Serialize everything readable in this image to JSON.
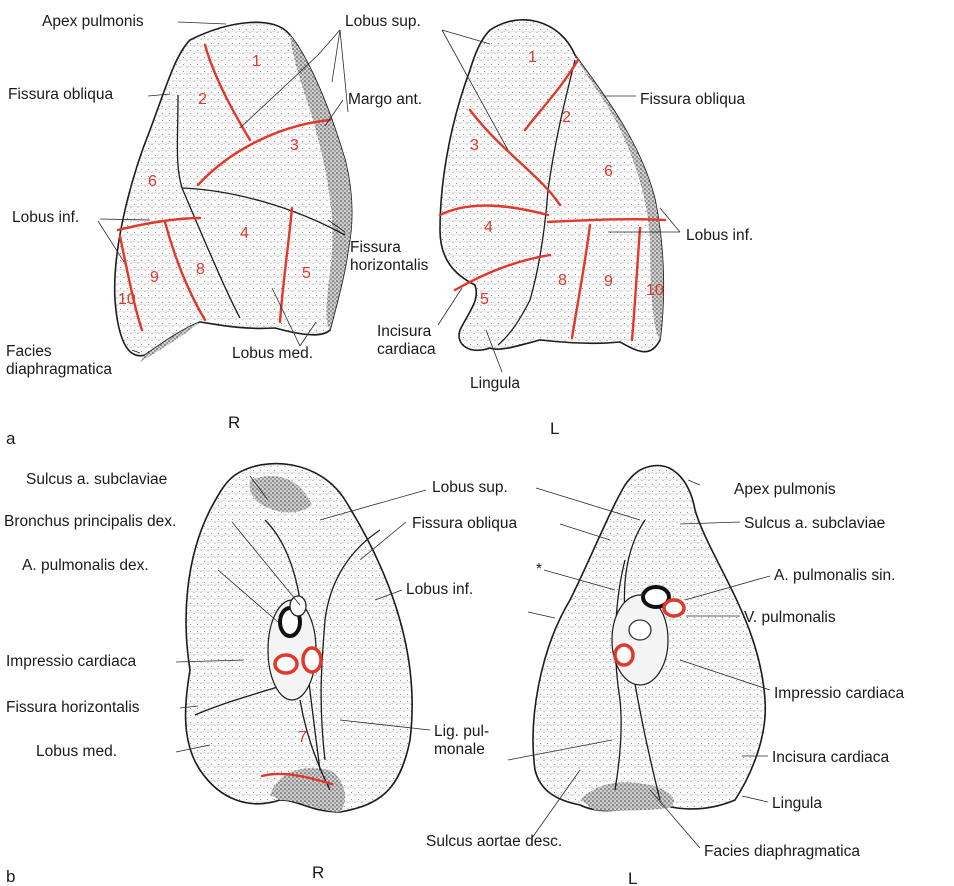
{
  "panel_a": {
    "panel_letter": "a",
    "right_side": "R",
    "left_side": "L",
    "labels": {
      "apex_pulmonis": "Apex pulmonis",
      "lobus_sup": "Lobus sup.",
      "fissura_obliqua_r": "Fissura obliqua",
      "margo_ant": "Margo ant.",
      "fissura_obliqua_l": "Fissura obliqua",
      "lobus_inf_r": "Lobus inf.",
      "lobus_inf_l": "Lobus inf.",
      "fissura_horizontalis": "Fissura\nhorizontalis",
      "incisura_cardiaca": "Incisura\ncardiaca",
      "facies_diaphragmatica": "Facies\ndiaphragmatica",
      "lobus_med": "Lobus med.",
      "lingula": "Lingula"
    },
    "segments_right": [
      "1",
      "2",
      "3",
      "4",
      "5",
      "6",
      "8",
      "9",
      "10"
    ],
    "segments_left": [
      "1",
      "2",
      "3",
      "4",
      "5",
      "6",
      "8",
      "9",
      "10"
    ]
  },
  "panel_b": {
    "panel_letter": "b",
    "right_side": "R",
    "left_side": "L",
    "labels": {
      "sulcus_subclaviae_r": "Sulcus a. subclaviae",
      "lobus_sup": "Lobus sup.",
      "apex_pulmonis": "Apex pulmonis",
      "bronchus_principalis_dex": "Bronchus principalis dex.",
      "fissura_obliqua": "Fissura obliqua",
      "sulcus_subclaviae_l": "Sulcus a. subclaviae",
      "a_pulmonalis_dex": "A. pulmonalis dex.",
      "star": "*",
      "a_pulmonalis_sin": "A. pulmonalis sin.",
      "lobus_inf": "Lobus inf.",
      "v_pulmonalis": "V. pulmonalis",
      "impressio_cardiaca_r": "Impressio cardiaca",
      "impressio_cardiaca_l": "Impressio cardiaca",
      "fissura_horizontalis": "Fissura horizontalis",
      "lig_pulmonale": "Lig. pul-\nmonale",
      "lobus_med": "Lobus med.",
      "incisura_cardiaca": "Incisura cardiaca",
      "lingula": "Lingula",
      "sulcus_aortae_desc": "Sulcus aortae desc.",
      "facies_diaphragmatica": "Facies diaphragmatica"
    },
    "segment_label": "7"
  },
  "colors": {
    "segment_red": "#e0392b",
    "outline": "#1c1c1c",
    "stipple": "#555555"
  }
}
